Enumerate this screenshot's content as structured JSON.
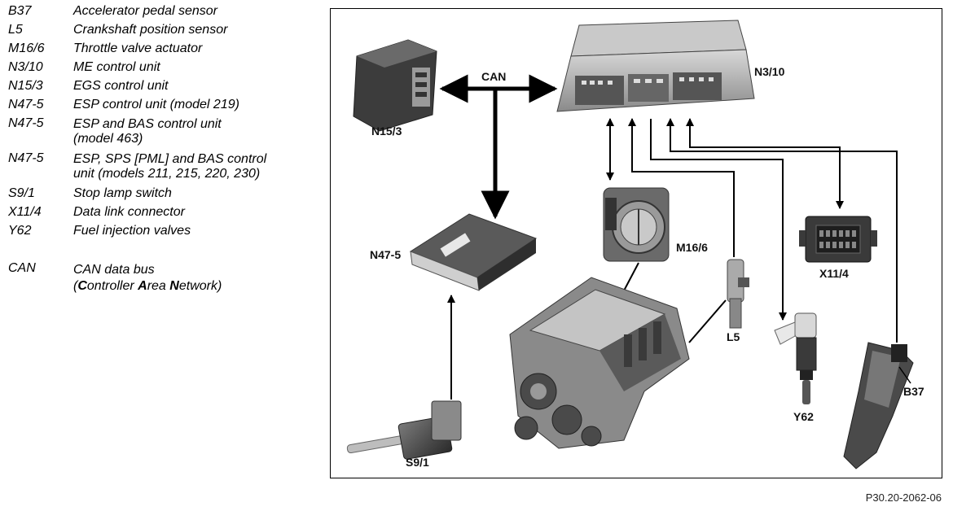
{
  "legend": [
    {
      "code": "B37",
      "lines": [
        "Accelerator pedal sensor"
      ]
    },
    {
      "code": "L5",
      "lines": [
        "Crankshaft position sensor"
      ]
    },
    {
      "code": "M16/6",
      "lines": [
        "Throttle valve actuator"
      ]
    },
    {
      "code": "N3/10",
      "lines": [
        "ME control unit"
      ]
    },
    {
      "code": "N15/3",
      "lines": [
        "EGS control unit"
      ]
    },
    {
      "code": "N47-5",
      "lines": [
        "ESP control unit (model 219)"
      ]
    },
    {
      "code": "N47-5",
      "lines": [
        "ESP and BAS control unit",
        "(model 463)"
      ]
    },
    {
      "code": "N47-5",
      "lines": [
        "ESP, SPS [PML] and BAS control",
        "unit (models 211, 215, 220, 230)"
      ]
    },
    {
      "code": "S9/1",
      "lines": [
        "Stop lamp switch"
      ]
    },
    {
      "code": "X11/4",
      "lines": [
        "Data link connector"
      ]
    },
    {
      "code": "Y62",
      "lines": [
        "Fuel injection valves"
      ]
    }
  ],
  "can_legend": {
    "code": "CAN",
    "line1": "CAN data bus",
    "line2_parts": [
      {
        "text": "(",
        "bold": false
      },
      {
        "text": "C",
        "bold": true
      },
      {
        "text": "ontroller ",
        "bold": false
      },
      {
        "text": "A",
        "bold": true
      },
      {
        "text": "rea ",
        "bold": false
      },
      {
        "text": "N",
        "bold": true
      },
      {
        "text": "etwork)",
        "bold": false
      }
    ]
  },
  "diagram_labels": {
    "can": "CAN",
    "n3_10": "N3/10",
    "n15_3": "N15/3",
    "n47_5": "N47-5",
    "m16_6": "M16/6",
    "x11_4": "X11/4",
    "l5": "L5",
    "y62": "Y62",
    "b37": "B37",
    "s9_1": "S9/1"
  },
  "figure_ref": "P30.20-2062-06"
}
